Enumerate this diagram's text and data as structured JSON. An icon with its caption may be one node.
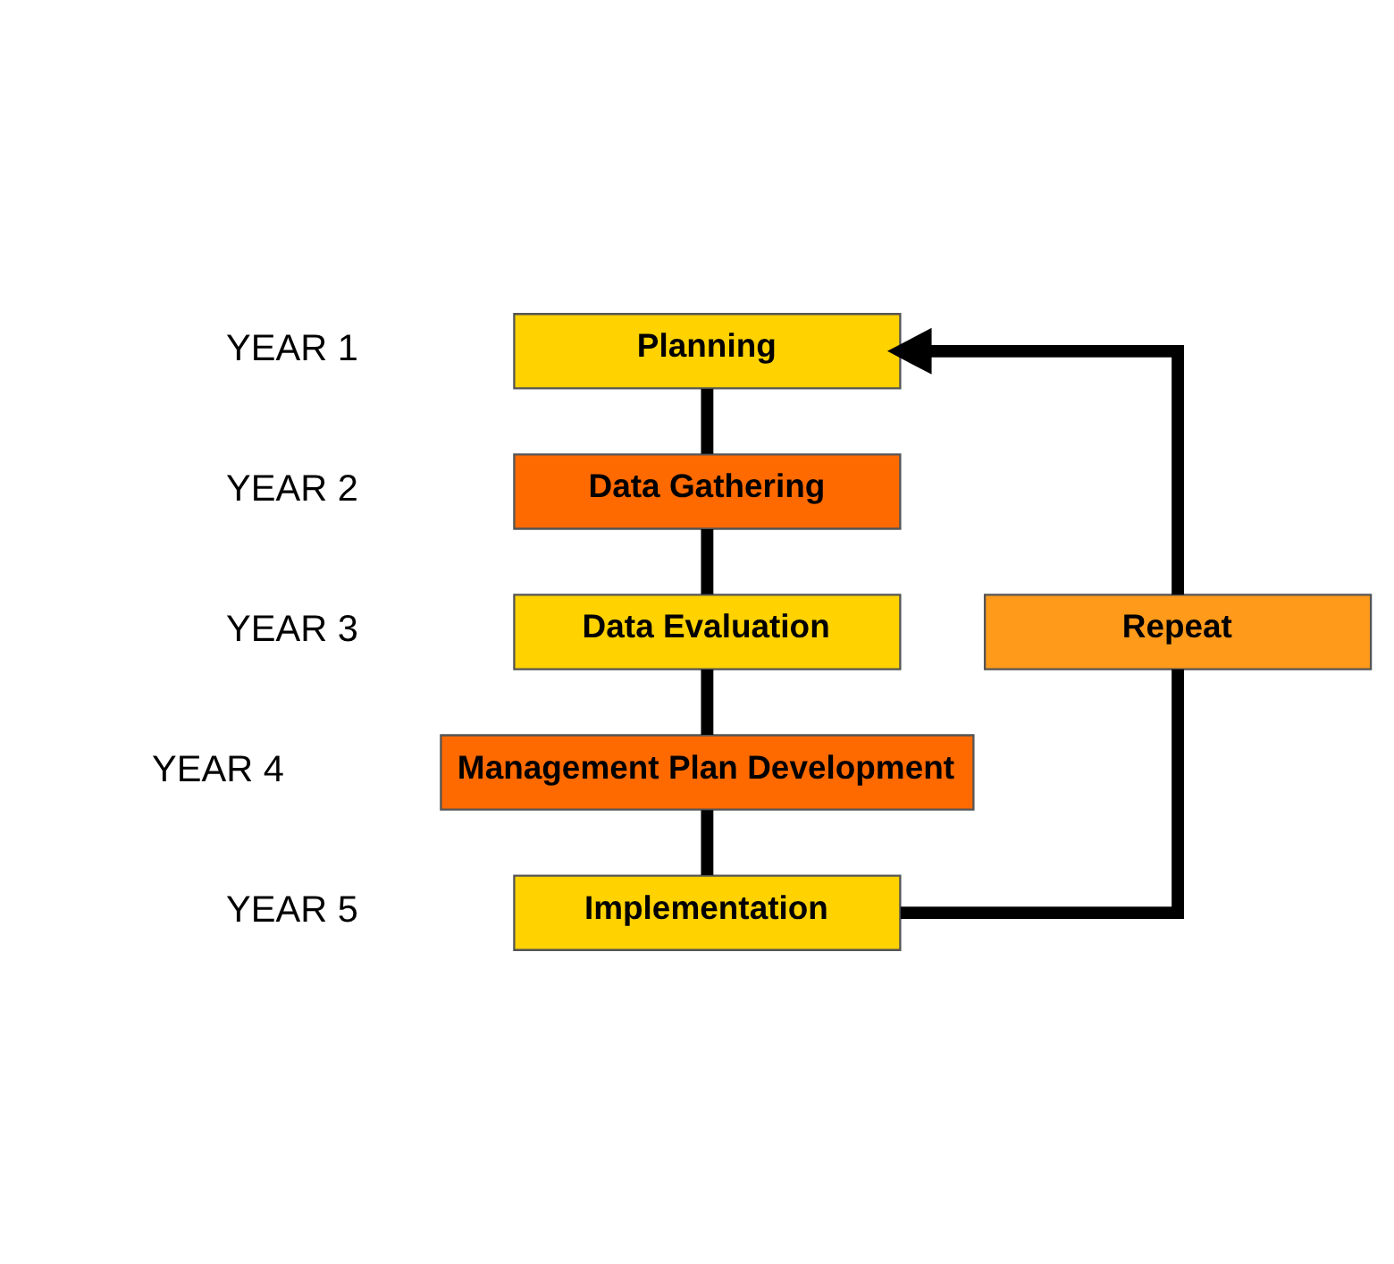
{
  "diagram": {
    "nodes": [
      {
        "text": [
          "Planning"
        ]
      },
      {
        "text": [
          "Data Gathering"
        ]
      },
      {
        "text": [
          "Data Evaluation"
        ]
      },
      {
        "text": [
          "Management Plan Development"
        ]
      },
      {
        "text": [
          "Implementation"
        ]
      },
      {
        "text": [
          "Repeat"
        ]
      }
    ],
    "edges": [
      {
        "from": 0,
        "to": 1,
        "arrow": "none"
      },
      {
        "from": 1,
        "to": 2,
        "arrow": "none"
      },
      {
        "from": 2,
        "to": 3,
        "arrow": "none"
      },
      {
        "from": 3,
        "to": 4,
        "arrow": "none"
      },
      {
        "from": 4,
        "to": 5,
        "arrow": "none"
      },
      {
        "from": 5,
        "to": 0,
        "arrow": "to"
      }
    ],
    "labels": [
      "YEAR 1",
      "YEAR 2",
      "YEAR 3",
      "YEAR 4",
      "YEAR 5"
    ]
  }
}
